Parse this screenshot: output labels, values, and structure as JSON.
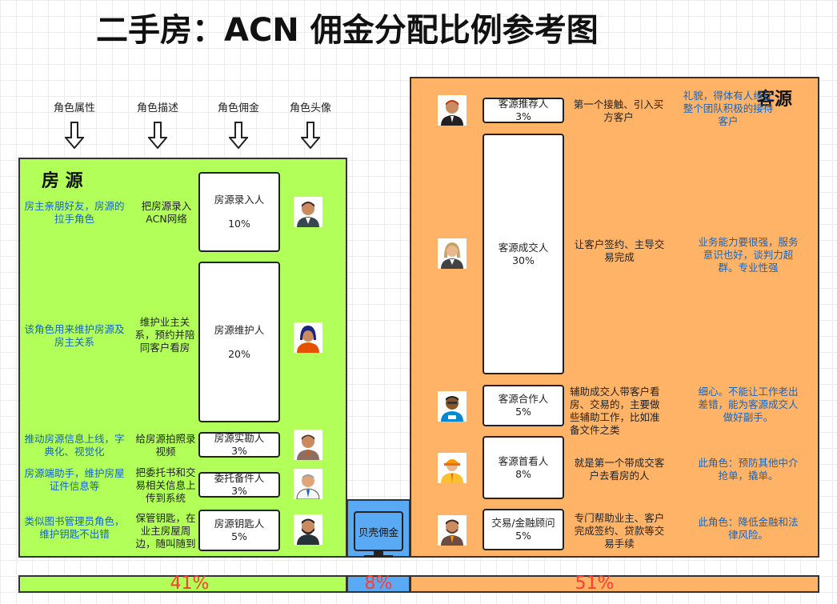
{
  "title": "二手房：ACN 佣金分配比例参考图",
  "column_headers": [
    "角色属性",
    "角色描述",
    "角色佣金",
    "角色头像"
  ],
  "left_panel": {
    "title": "房 源",
    "color": "#b2ff59",
    "rows": [
      {
        "attr": "房主亲朋好友，房源的拉手角色",
        "desc": "把房源录入ACN网络",
        "role": "房源录入人",
        "pct": "10%"
      },
      {
        "attr": "该角色用来维护房源及房主关系",
        "desc": "维护业主关系，预约并陪同客户看房",
        "role": "房源维护人",
        "pct": "20%"
      },
      {
        "attr": "推动房源信息上线，字典化、视觉化",
        "desc": "给房源拍照录视频",
        "role": "房源实勘人",
        "pct": "3%"
      },
      {
        "attr": "房源端助手，维护房屋证件信息等",
        "desc": "把委托书和交易相关信息上传到系统",
        "role": "委托备件人",
        "pct": "3%"
      },
      {
        "attr": "类似图书管理员角色，维护钥匙不出错",
        "desc": "保管钥匙，在业主房屋周边，随叫随到",
        "role": "房源钥匙人",
        "pct": "5%"
      }
    ]
  },
  "middle_panel": {
    "label": "贝壳佣金",
    "color": "#5aa9f5"
  },
  "right_panel": {
    "title": "客源",
    "color": "#ffb366",
    "rows": [
      {
        "role": "客源推荐人",
        "pct": "3%",
        "desc": "第一个接触、引入买方客户",
        "attr": "礼貌，得体有人缘让整个团队积极的接待客户"
      },
      {
        "role": "客源成交人",
        "pct": "30%",
        "desc": "让客户签约、主导交易完成",
        "attr": "业务能力要很强，服务意识也好，谈判力超群。专业性强"
      },
      {
        "role": "客源合作人",
        "pct": "5%",
        "desc": "辅助成交人带客户看房、交易的，主要做些辅助工作，比如准备文件之类",
        "attr": "细心。不能让工作老出差错，能为客源成交人做好副手。"
      },
      {
        "role": "客源首看人",
        "pct": "8%",
        "desc": "就是第一个带成交客户去看房的人",
        "attr": "此角色：预防其他中介抢单，撬单。"
      },
      {
        "role": "交易/金融顾问",
        "pct": "5%",
        "desc": "专门帮助业主、客户完成签约、贷款等交易手续",
        "attr": "此角色：降低金融和法律风险。"
      }
    ]
  },
  "summary_bar": [
    {
      "label": "41%",
      "value": 41,
      "color": "#b2ff59"
    },
    {
      "label": "8%",
      "value": 8,
      "color": "#5aa9f5"
    },
    {
      "label": "51%",
      "value": 51,
      "color": "#ffb366"
    }
  ]
}
